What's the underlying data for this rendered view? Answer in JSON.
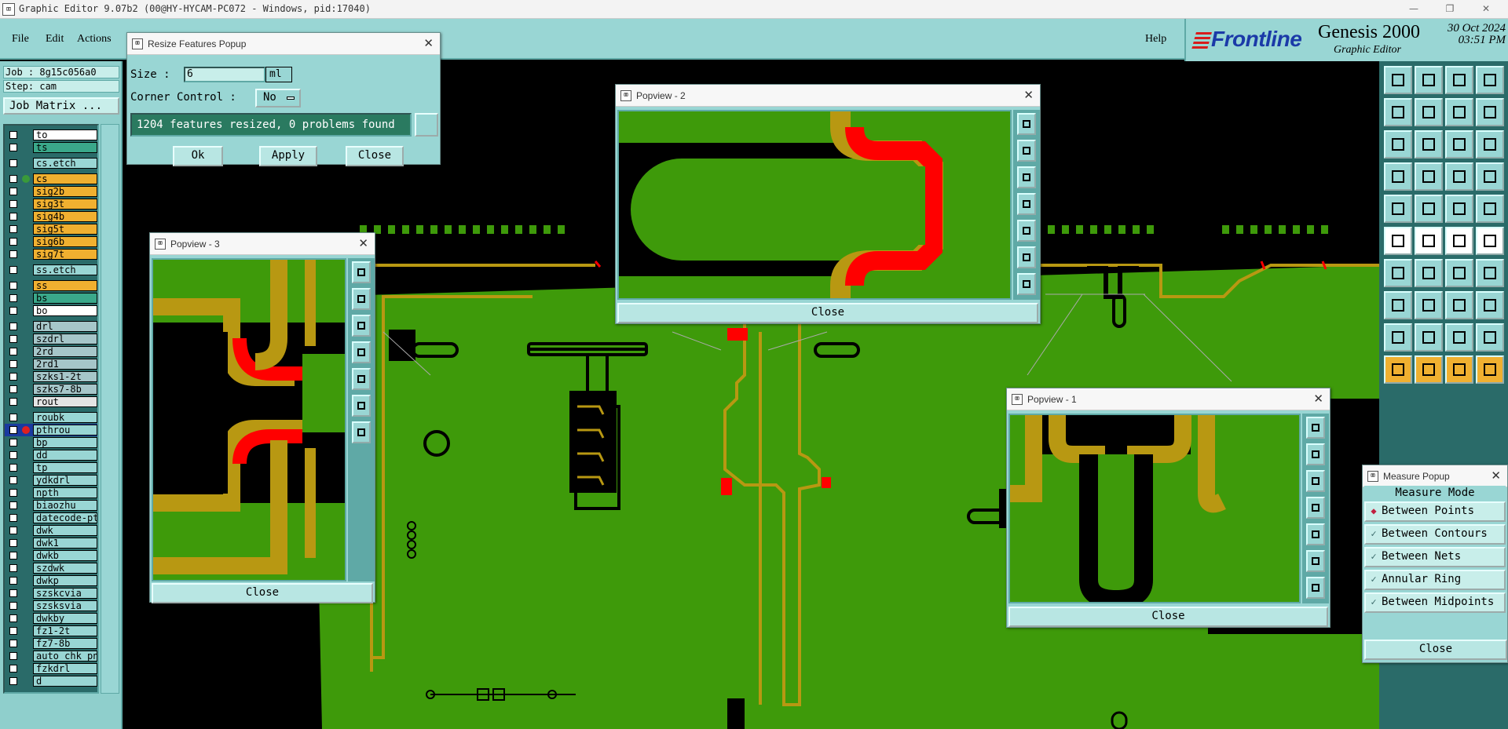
{
  "window": {
    "title": "Graphic Editor 9.07b2 (00@HY-HYCAM-PC072 - Windows, pid:17040)",
    "controls": [
      "—",
      "❐",
      "✕"
    ]
  },
  "menu": {
    "file": "File",
    "edit": "Edit",
    "actions": "Actions",
    "help": "Help"
  },
  "brand": {
    "logo": "Frontline",
    "product": "Genesis 2000",
    "subtitle": "Graphic Editor",
    "date": "30 Oct 2024",
    "time": "03:51 PM"
  },
  "job": {
    "job_line": "Job : 8g15c056a0",
    "step_line": "Step: cam",
    "matrix_button": "Job Matrix ..."
  },
  "layers": [
    {
      "name": "to",
      "color": "#ffffff",
      "dot": ""
    },
    {
      "name": "ts",
      "color": "#3aa88a",
      "dot": ""
    },
    {
      "name": "cs.etch",
      "color": "#99d6d4",
      "dot": "",
      "gap": true
    },
    {
      "name": "cs",
      "color": "#f0b030",
      "dot": "#3a9a3a",
      "gap": true
    },
    {
      "name": "sig2b",
      "color": "#f0b030",
      "dot": ""
    },
    {
      "name": "sig3t",
      "color": "#f0b030",
      "dot": ""
    },
    {
      "name": "sig4b",
      "color": "#f0b030",
      "dot": ""
    },
    {
      "name": "sig5t",
      "color": "#f0b030",
      "dot": ""
    },
    {
      "name": "sig6b",
      "color": "#f0b030",
      "dot": ""
    },
    {
      "name": "sig7t",
      "color": "#f0b030",
      "dot": ""
    },
    {
      "name": "ss.etch",
      "color": "#99d6d4",
      "dot": "",
      "gap": true
    },
    {
      "name": "ss",
      "color": "#f0b030",
      "dot": "",
      "gap": true
    },
    {
      "name": "bs",
      "color": "#3aa88a",
      "dot": ""
    },
    {
      "name": "bo",
      "color": "#ffffff",
      "dot": ""
    },
    {
      "name": "drl",
      "color": "#a6c6c9",
      "dot": "",
      "gap": true
    },
    {
      "name": "szdrl",
      "color": "#a6c6c9",
      "dot": ""
    },
    {
      "name": "2rd",
      "color": "#a6c6c9",
      "dot": ""
    },
    {
      "name": "2rd1",
      "color": "#a6c6c9",
      "dot": ""
    },
    {
      "name": "szks1-2t",
      "color": "#a6c6c9",
      "dot": ""
    },
    {
      "name": "szks7-8b",
      "color": "#a6c6c9",
      "dot": ""
    },
    {
      "name": "rout",
      "color": "#e4e4e4",
      "dot": ""
    },
    {
      "name": "roubk",
      "color": "#99d6d4",
      "dot": "",
      "gap": true
    },
    {
      "name": "pthrou",
      "color": "#99d6d4",
      "dot": "#e02020",
      "highlight": true
    },
    {
      "name": "bp",
      "color": "#99d6d4",
      "dot": ""
    },
    {
      "name": "dd",
      "color": "#99d6d4",
      "dot": ""
    },
    {
      "name": "tp",
      "color": "#99d6d4",
      "dot": ""
    },
    {
      "name": "ydkdrl",
      "color": "#99d6d4",
      "dot": ""
    },
    {
      "name": "npth",
      "color": "#99d6d4",
      "dot": ""
    },
    {
      "name": "biaozhu",
      "color": "#99d6d4",
      "dot": ""
    },
    {
      "name": "datecode-pt",
      "color": "#99d6d4",
      "dot": ""
    },
    {
      "name": "dwk",
      "color": "#99d6d4",
      "dot": ""
    },
    {
      "name": "dwk1",
      "color": "#99d6d4",
      "dot": ""
    },
    {
      "name": "dwkb",
      "color": "#99d6d4",
      "dot": ""
    },
    {
      "name": "szdwk",
      "color": "#99d6d4",
      "dot": ""
    },
    {
      "name": "dwkp",
      "color": "#99d6d4",
      "dot": ""
    },
    {
      "name": "szskcvia",
      "color": "#99d6d4",
      "dot": ""
    },
    {
      "name": "szsksvia",
      "color": "#99d6d4",
      "dot": ""
    },
    {
      "name": "dwkby",
      "color": "#99d6d4",
      "dot": ""
    },
    {
      "name": "fz1-2t",
      "color": "#99d6d4",
      "dot": ""
    },
    {
      "name": "fz7-8b",
      "color": "#99d6d4",
      "dot": ""
    },
    {
      "name": "auto_chk_pn",
      "color": "#99d6d4",
      "dot": ""
    },
    {
      "name": "fzkdrl",
      "color": "#99d6d4",
      "dot": ""
    },
    {
      "name": "d",
      "color": "#99d6d4",
      "dot": ""
    }
  ],
  "resize_popup": {
    "title": "Resize Features Popup",
    "size_label": "Size :",
    "size_value": "6",
    "size_unit": "ml",
    "corner_label": "Corner Control :",
    "corner_value": "No",
    "status": "1204 features resized, 0 problems found",
    "ok": "Ok",
    "apply": "Apply",
    "close": "Close"
  },
  "popview2": {
    "title": "Popview - 2",
    "close": "Close"
  },
  "popview3": {
    "title": "Popview - 3",
    "close": "Close"
  },
  "popview1": {
    "title": "Popview - 1",
    "close": "Close"
  },
  "measure_popup": {
    "title": "Measure Popup",
    "header": "Measure Mode",
    "options": [
      {
        "label": "Between Points",
        "selected": true
      },
      {
        "label": "Between Contours",
        "selected": false
      },
      {
        "label": "Between Nets",
        "selected": false
      },
      {
        "label": "Annular Ring",
        "selected": false
      },
      {
        "label": "Between Midpoints",
        "selected": false
      }
    ],
    "close": "Close"
  },
  "colors": {
    "board": "#3e9a0a",
    "copper": "#b89812",
    "highlight": "#ff0000",
    "panel": "#99d6d4"
  }
}
